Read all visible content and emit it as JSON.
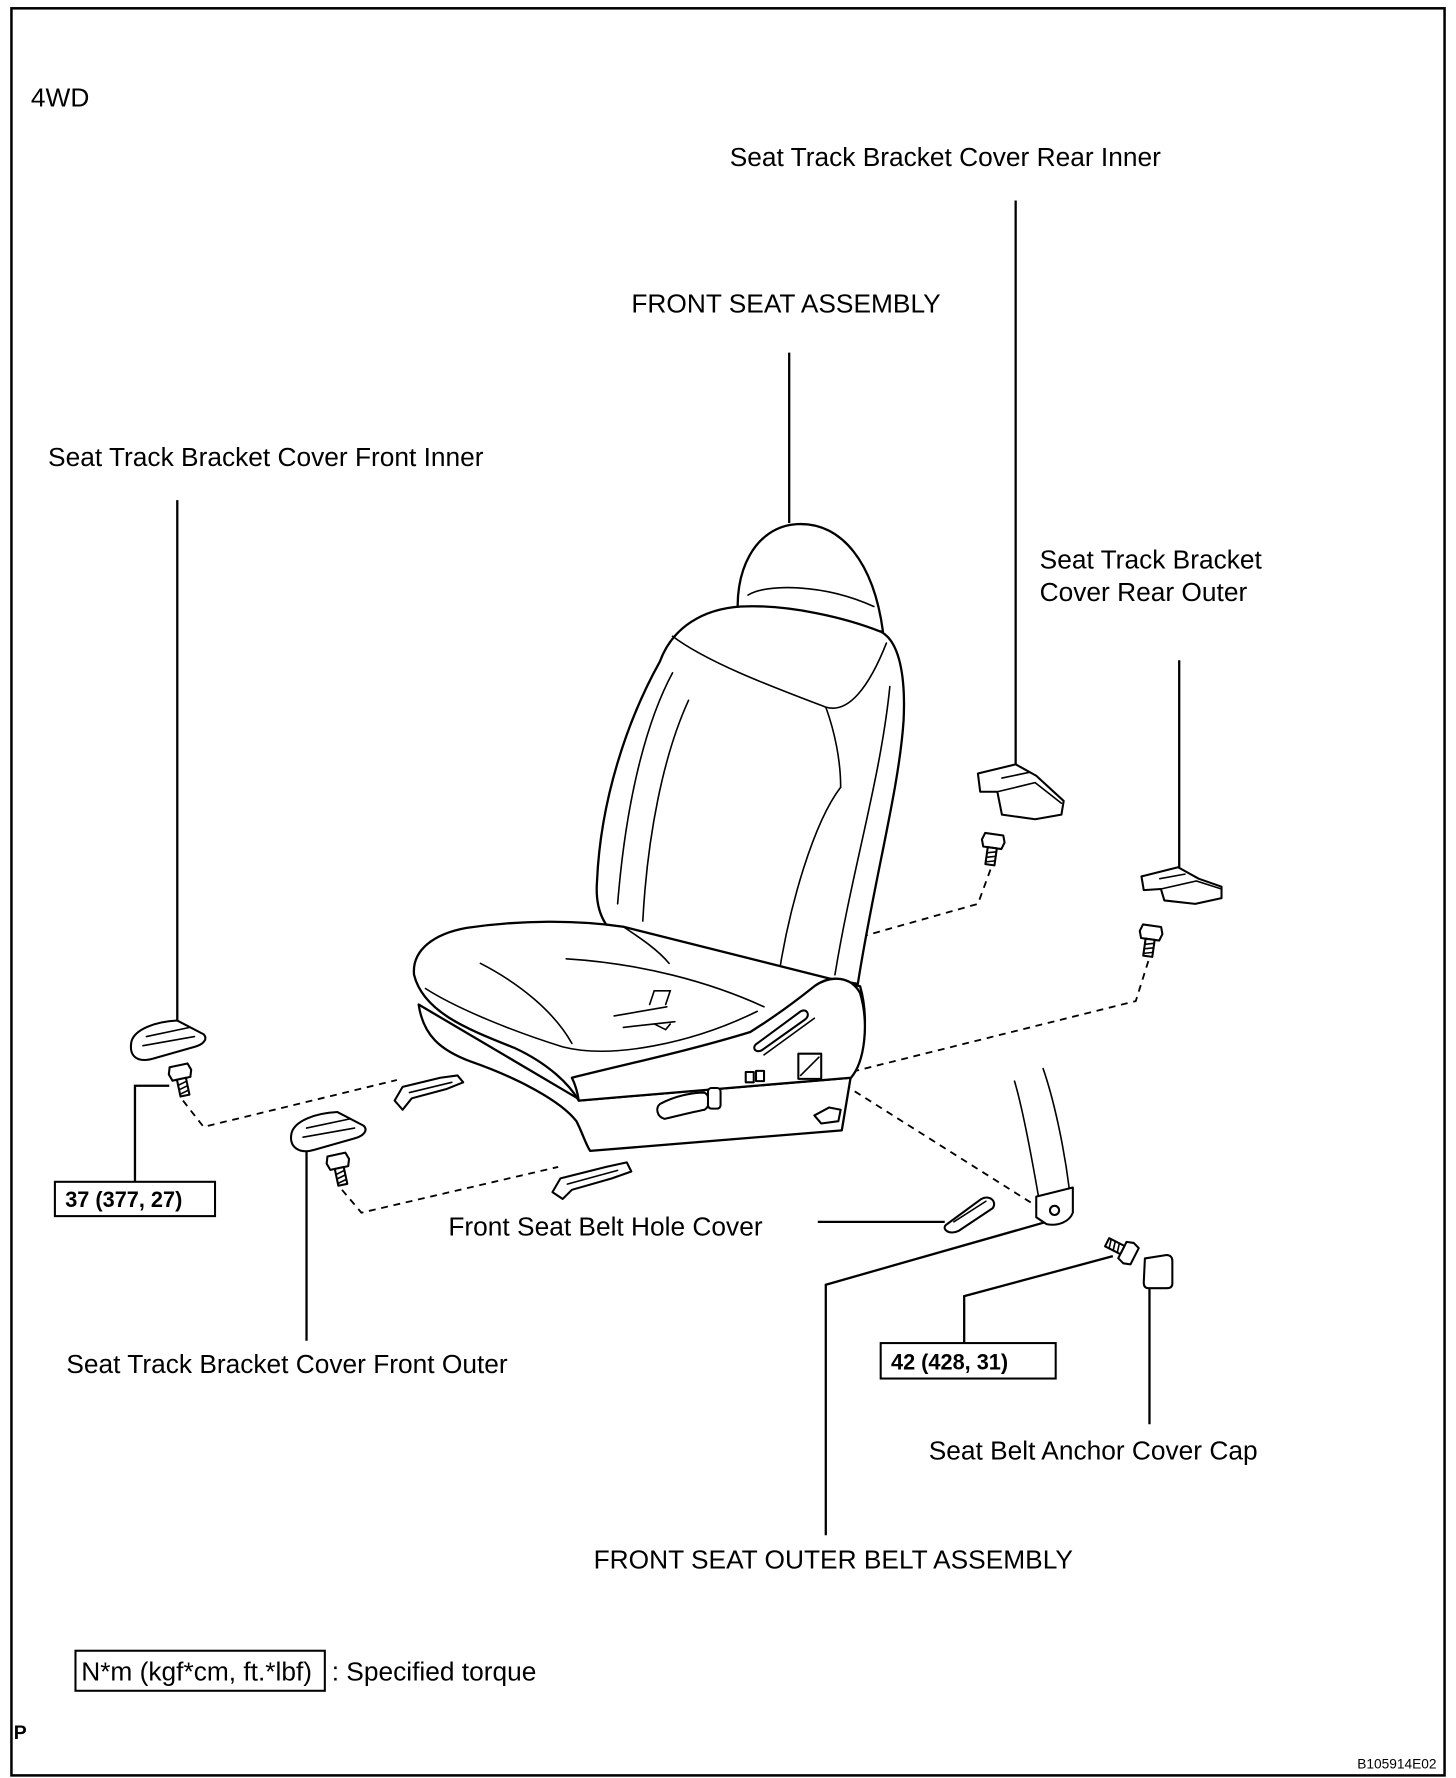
{
  "diagram": {
    "variant": "4WD",
    "callouts": {
      "seat_track_bracket_cover_rear_inner": "Seat Track Bracket Cover Rear Inner",
      "front_seat_assembly": "FRONT SEAT ASSEMBLY",
      "seat_track_bracket_cover_front_inner": "Seat Track Bracket Cover Front Inner",
      "seat_track_bracket_cover_rear_outer": [
        "Seat Track Bracket",
        "Cover Rear Outer"
      ],
      "front_seat_belt_hole_cover": "Front Seat Belt Hole Cover",
      "seat_track_bracket_cover_front_outer": "Seat Track Bracket Cover Front Outer",
      "seat_belt_anchor_cover_cap": "Seat Belt Anchor Cover Cap",
      "front_seat_outer_belt_assembly": "FRONT SEAT OUTER BELT ASSEMBLY"
    },
    "torque_specs": {
      "seat_track_bolt": "37 (377, 27)",
      "belt_anchor_bolt": "42 (428, 31)"
    },
    "legend": {
      "unit": "N*m (kgf*cm, ft.*lbf)",
      "meaning": ": Specified torque"
    },
    "footer": {
      "section_mark": "P",
      "figure_code": "B105914E02"
    },
    "colors": {
      "line": "#000000",
      "background": "#ffffff"
    }
  }
}
